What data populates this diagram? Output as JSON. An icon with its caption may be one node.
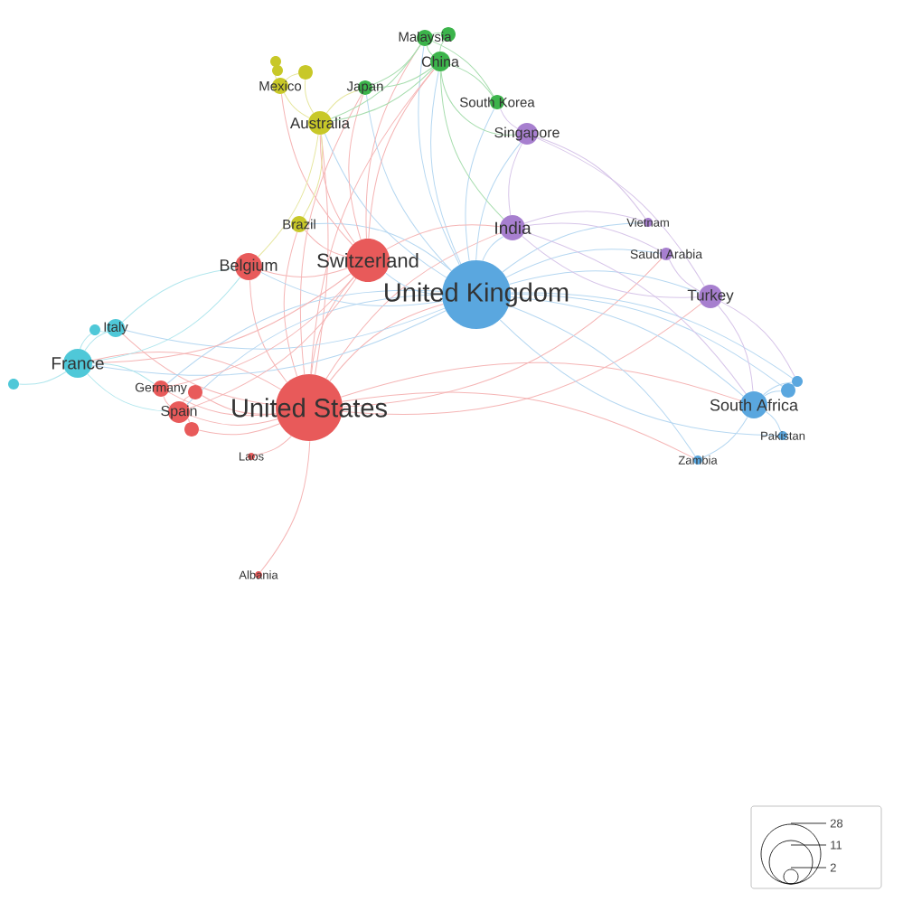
{
  "diagram": {
    "nodes": [
      {
        "text": [
          "Malaysia"
        ]
      },
      {
        "text": [
          "China"
        ]
      },
      {
        "text": [
          "Japan"
        ]
      },
      {
        "text": [
          "South Korea"
        ]
      },
      {
        "text": [
          "Mexico"
        ]
      },
      {
        "text": [
          "Australia"
        ]
      },
      {
        "text": [
          "Brazil"
        ]
      },
      {
        "text": [
          "Singapore"
        ]
      },
      {
        "text": [
          "India"
        ]
      },
      {
        "text": [
          "Vietnam"
        ]
      },
      {
        "text": [
          "Saudi Arabia"
        ]
      },
      {
        "text": [
          "Turkey"
        ]
      },
      {
        "text": [
          "Switzerland"
        ]
      },
      {
        "text": [
          "Belgium"
        ]
      },
      {
        "text": [
          "United Kingdom"
        ]
      },
      {
        "text": [
          "United States"
        ]
      },
      {
        "text": [
          "Germany"
        ]
      },
      {
        "text": [
          "Spain"
        ]
      },
      {
        "text": [
          "Laos"
        ]
      },
      {
        "text": [
          "Albania"
        ]
      },
      {
        "text": [
          "Italy"
        ]
      },
      {
        "text": [
          "France"
        ]
      },
      {
        "text": [
          "South Africa"
        ]
      },
      {
        "text": [
          "Pakistan"
        ]
      },
      {
        "text": [
          "Zambia"
        ]
      },
      {
        "text": [],
        "shape": "circle"
      },
      {
        "text": [],
        "shape": "circle"
      },
      {
        "text": [],
        "shape": "circle"
      },
      {
        "text": [],
        "shape": "circle"
      },
      {
        "text": [],
        "shape": "circle"
      },
      {
        "text": [],
        "shape": "circle"
      },
      {
        "text": [],
        "shape": "circle"
      },
      {
        "text": [],
        "shape": "circle"
      },
      {
        "text": [],
        "shape": "circle"
      },
      {
        "text": [],
        "shape": "circle"
      }
    ],
    "edges": [
      {
        "from": 15,
        "to": 14,
        "arrow": "none"
      },
      {
        "from": 15,
        "to": 12,
        "arrow": "none"
      },
      {
        "from": 15,
        "to": 13,
        "arrow": "none"
      },
      {
        "from": 15,
        "to": 16,
        "arrow": "none"
      },
      {
        "from": 15,
        "to": 17,
        "arrow": "none"
      },
      {
        "from": 15,
        "to": 18,
        "arrow": "none"
      },
      {
        "from": 15,
        "to": 19,
        "arrow": "none"
      },
      {
        "from": 15,
        "to": 21,
        "arrow": "none"
      },
      {
        "from": 15,
        "to": 20,
        "arrow": "none"
      },
      {
        "from": 15,
        "to": 5,
        "arrow": "none"
      },
      {
        "from": 15,
        "to": 1,
        "arrow": "none"
      },
      {
        "from": 15,
        "to": 8,
        "arrow": "none"
      },
      {
        "from": 15,
        "to": 22,
        "arrow": "none"
      },
      {
        "from": 15,
        "to": 11,
        "arrow": "none"
      },
      {
        "from": 15,
        "to": 6,
        "arrow": "none"
      },
      {
        "from": 15,
        "to": 31,
        "arrow": "none"
      },
      {
        "from": 15,
        "to": 32,
        "arrow": "none"
      },
      {
        "from": 15,
        "to": 2,
        "arrow": "none"
      },
      {
        "from": 15,
        "to": 24,
        "arrow": "none"
      },
      {
        "from": 15,
        "to": 10,
        "arrow": "none"
      },
      {
        "from": 14,
        "to": 12,
        "arrow": "none"
      },
      {
        "from": 14,
        "to": 13,
        "arrow": "none"
      },
      {
        "from": 14,
        "to": 21,
        "arrow": "none"
      },
      {
        "from": 14,
        "to": 17,
        "arrow": "none"
      },
      {
        "from": 14,
        "to": 16,
        "arrow": "none"
      },
      {
        "from": 14,
        "to": 22,
        "arrow": "none"
      },
      {
        "from": 14,
        "to": 23,
        "arrow": "none"
      },
      {
        "from": 14,
        "to": 24,
        "arrow": "none"
      },
      {
        "from": 14,
        "to": 33,
        "arrow": "none"
      },
      {
        "from": 14,
        "to": 34,
        "arrow": "none"
      },
      {
        "from": 14,
        "to": 11,
        "arrow": "none"
      },
      {
        "from": 14,
        "to": 10,
        "arrow": "none"
      },
      {
        "from": 14,
        "to": 9,
        "arrow": "none"
      },
      {
        "from": 14,
        "to": 8,
        "arrow": "none"
      },
      {
        "from": 14,
        "to": 7,
        "arrow": "none"
      },
      {
        "from": 14,
        "to": 1,
        "arrow": "none"
      },
      {
        "from": 14,
        "to": 0,
        "arrow": "none"
      },
      {
        "from": 14,
        "to": 3,
        "arrow": "none"
      },
      {
        "from": 14,
        "to": 5,
        "arrow": "none"
      },
      {
        "from": 14,
        "to": 6,
        "arrow": "none"
      },
      {
        "from": 14,
        "to": 2,
        "arrow": "none"
      },
      {
        "from": 14,
        "to": 20,
        "arrow": "none"
      },
      {
        "from": 12,
        "to": 13,
        "arrow": "none"
      },
      {
        "from": 12,
        "to": 1,
        "arrow": "none"
      },
      {
        "from": 12,
        "to": 5,
        "arrow": "none"
      },
      {
        "from": 12,
        "to": 8,
        "arrow": "none"
      },
      {
        "from": 12,
        "to": 21,
        "arrow": "none"
      },
      {
        "from": 12,
        "to": 17,
        "arrow": "none"
      },
      {
        "from": 12,
        "to": 16,
        "arrow": "none"
      },
      {
        "from": 12,
        "to": 6,
        "arrow": "none"
      },
      {
        "from": 12,
        "to": 0,
        "arrow": "none"
      },
      {
        "from": 12,
        "to": 2,
        "arrow": "none"
      },
      {
        "from": 12,
        "to": 4,
        "arrow": "none"
      },
      {
        "from": 1,
        "to": 0,
        "arrow": "none"
      },
      {
        "from": 1,
        "to": 2,
        "arrow": "none"
      },
      {
        "from": 1,
        "to": 3,
        "arrow": "none"
      },
      {
        "from": 1,
        "to": 7,
        "arrow": "none"
      },
      {
        "from": 1,
        "to": 5,
        "arrow": "none"
      },
      {
        "from": 1,
        "to": 28,
        "arrow": "none"
      },
      {
        "from": 1,
        "to": 8,
        "arrow": "none"
      },
      {
        "from": 0,
        "to": 2,
        "arrow": "none"
      },
      {
        "from": 0,
        "to": 3,
        "arrow": "none"
      },
      {
        "from": 0,
        "to": 28,
        "arrow": "none"
      },
      {
        "from": 0,
        "to": 5,
        "arrow": "none"
      },
      {
        "from": 5,
        "to": 4,
        "arrow": "none"
      },
      {
        "from": 5,
        "to": 27,
        "arrow": "none"
      },
      {
        "from": 5,
        "to": 6,
        "arrow": "none"
      },
      {
        "from": 5,
        "to": 2,
        "arrow": "none"
      },
      {
        "from": 5,
        "to": 13,
        "arrow": "none"
      },
      {
        "from": 4,
        "to": 25,
        "arrow": "none"
      },
      {
        "from": 4,
        "to": 27,
        "arrow": "none"
      },
      {
        "from": 8,
        "to": 7,
        "arrow": "none"
      },
      {
        "from": 8,
        "to": 11,
        "arrow": "none"
      },
      {
        "from": 8,
        "to": 10,
        "arrow": "none"
      },
      {
        "from": 8,
        "to": 9,
        "arrow": "none"
      },
      {
        "from": 8,
        "to": 22,
        "arrow": "none"
      },
      {
        "from": 7,
        "to": 11,
        "arrow": "none"
      },
      {
        "from": 7,
        "to": 9,
        "arrow": "none"
      },
      {
        "from": 7,
        "to": 3,
        "arrow": "none"
      },
      {
        "from": 11,
        "to": 22,
        "arrow": "none"
      },
      {
        "from": 11,
        "to": 10,
        "arrow": "none"
      },
      {
        "from": 11,
        "to": 33,
        "arrow": "none"
      },
      {
        "from": 22,
        "to": 23,
        "arrow": "none"
      },
      {
        "from": 22,
        "to": 24,
        "arrow": "none"
      },
      {
        "from": 22,
        "to": 33,
        "arrow": "none"
      },
      {
        "from": 22,
        "to": 34,
        "arrow": "none"
      },
      {
        "from": 21,
        "to": 20,
        "arrow": "none"
      },
      {
        "from": 21,
        "to": 29,
        "arrow": "none"
      },
      {
        "from": 21,
        "to": 30,
        "arrow": "none"
      },
      {
        "from": 21,
        "to": 16,
        "arrow": "none"
      },
      {
        "from": 21,
        "to": 17,
        "arrow": "none"
      },
      {
        "from": 21,
        "to": 13,
        "arrow": "none"
      },
      {
        "from": 20,
        "to": 29,
        "arrow": "none"
      },
      {
        "from": 20,
        "to": 13,
        "arrow": "none"
      },
      {
        "from": 17,
        "to": 16,
        "arrow": "none"
      },
      {
        "from": 17,
        "to": 31,
        "arrow": "none"
      },
      {
        "from": 17,
        "to": 32,
        "arrow": "none"
      }
    ],
    "labels": [
      "28",
      "11",
      "2"
    ]
  }
}
